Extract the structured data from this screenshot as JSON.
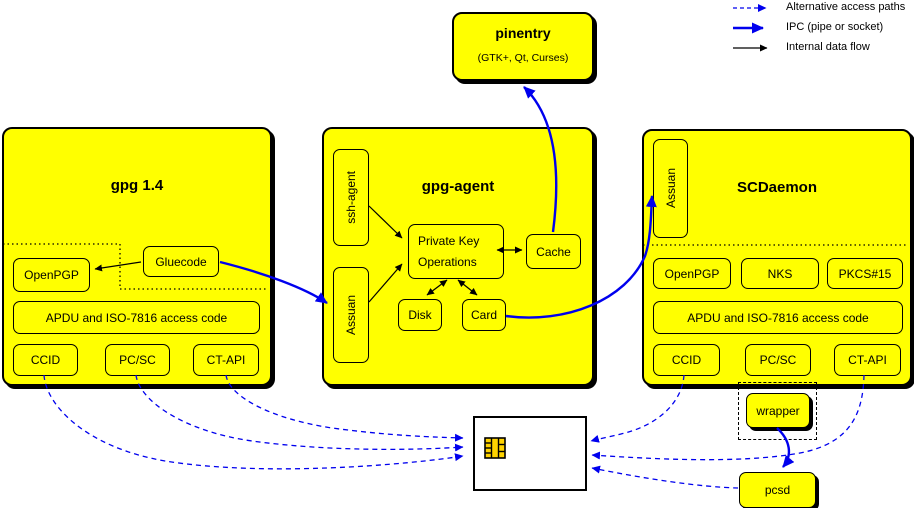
{
  "colors": {
    "box_yellow": "#ffff00",
    "line_blue": "#0000ee",
    "chip_gold": "#ffd300"
  },
  "legend": {
    "alt": "Alternative access paths",
    "ipc": "IPC (pipe or socket)",
    "internal": "Internal data flow"
  },
  "pinentry": {
    "title": "pinentry",
    "subtitle": "(GTK+, Qt, Curses)"
  },
  "gpg14": {
    "title": "gpg 1.4",
    "openpgp": "OpenPGP",
    "gluecode": "Gluecode",
    "apdu": "APDU and ISO-7816 access code",
    "ccid": "CCID",
    "pcsc": "PC/SC",
    "ctapi": "CT-API"
  },
  "agent": {
    "title": "gpg-agent",
    "ssh_agent": "ssh-agent",
    "assuan": "Assuan",
    "pko_line1": "Private Key",
    "pko_line2": "Operations",
    "cache": "Cache",
    "disk": "Disk",
    "card": "Card"
  },
  "scdaemon": {
    "title": "SCDaemon",
    "assuan": "Assuan",
    "openpgp": "OpenPGP",
    "nks": "NKS",
    "pkcs15": "PKCS#15",
    "apdu": "APDU and ISO-7816 access code",
    "ccid": "CCID",
    "pcsc": "PC/SC",
    "ctapi": "CT-API"
  },
  "external": {
    "wrapper": "wrapper",
    "pcsd": "pcsd"
  }
}
